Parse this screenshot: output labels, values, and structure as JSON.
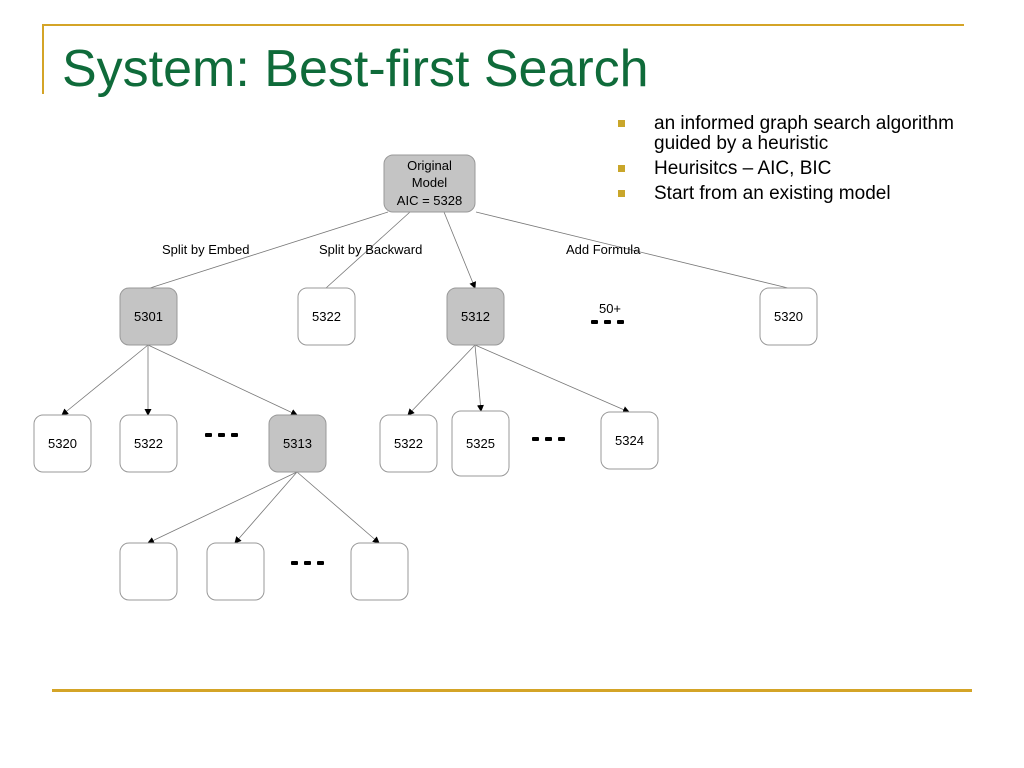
{
  "slide": {
    "title": "System: Best-first Search",
    "bullets": [
      "an informed graph search algorithm guided by a heuristic",
      "Heurisitcs – AIC, BIC",
      "Start from an existing model"
    ]
  },
  "diagram": {
    "root": {
      "line1": "Original",
      "line2": "Model",
      "line3": "AIC = 5328"
    },
    "edge_labels": {
      "embed": "Split by Embed",
      "backward": "Split by Backward",
      "formula": "Add Formula",
      "count": "50+"
    },
    "level1": [
      "5301",
      "5322",
      "5312",
      "5320"
    ],
    "level2": [
      "5320",
      "5322",
      "5313",
      "5322",
      "5325",
      "5324"
    ],
    "level3": [
      "",
      "",
      ""
    ],
    "highlight_color": "#c4c4c4"
  }
}
